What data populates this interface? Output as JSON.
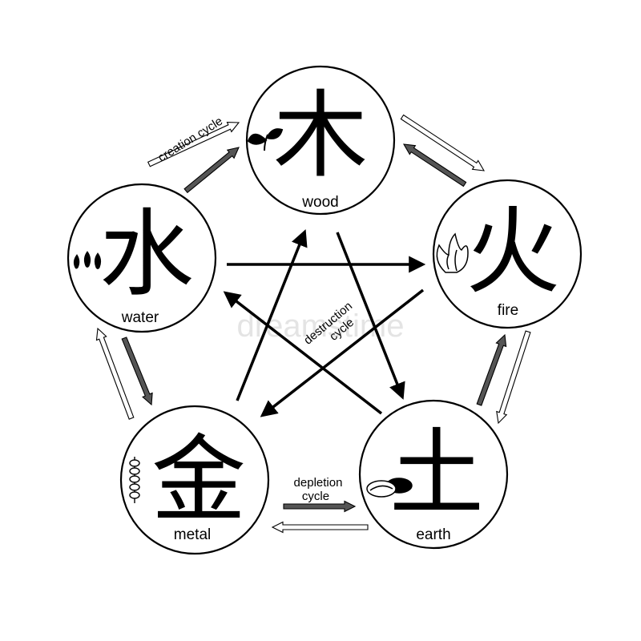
{
  "elements": {
    "wood": {
      "character": "木",
      "label": "wood"
    },
    "fire": {
      "character": "火",
      "label": "fire"
    },
    "earth": {
      "character": "土",
      "label": "earth"
    },
    "metal": {
      "character": "金",
      "label": "metal"
    },
    "water": {
      "character": "水",
      "label": "water"
    }
  },
  "cycles": {
    "creation": "creation cycle",
    "destruction_line1": "destruction",
    "destruction_line2": "cycle",
    "depletion_line1": "depletion",
    "depletion_line2": "cycle"
  },
  "watermark": "dreamstime",
  "icons": {
    "wood": "sprout-icon",
    "fire": "flame-icon",
    "earth": "stones-icon",
    "metal": "coins-icon",
    "water": "droplets-icon"
  },
  "colors": {
    "outline": "#000000",
    "depletion_arrow_fill": "#555555",
    "creation_arrow_fill": "#ffffff"
  }
}
